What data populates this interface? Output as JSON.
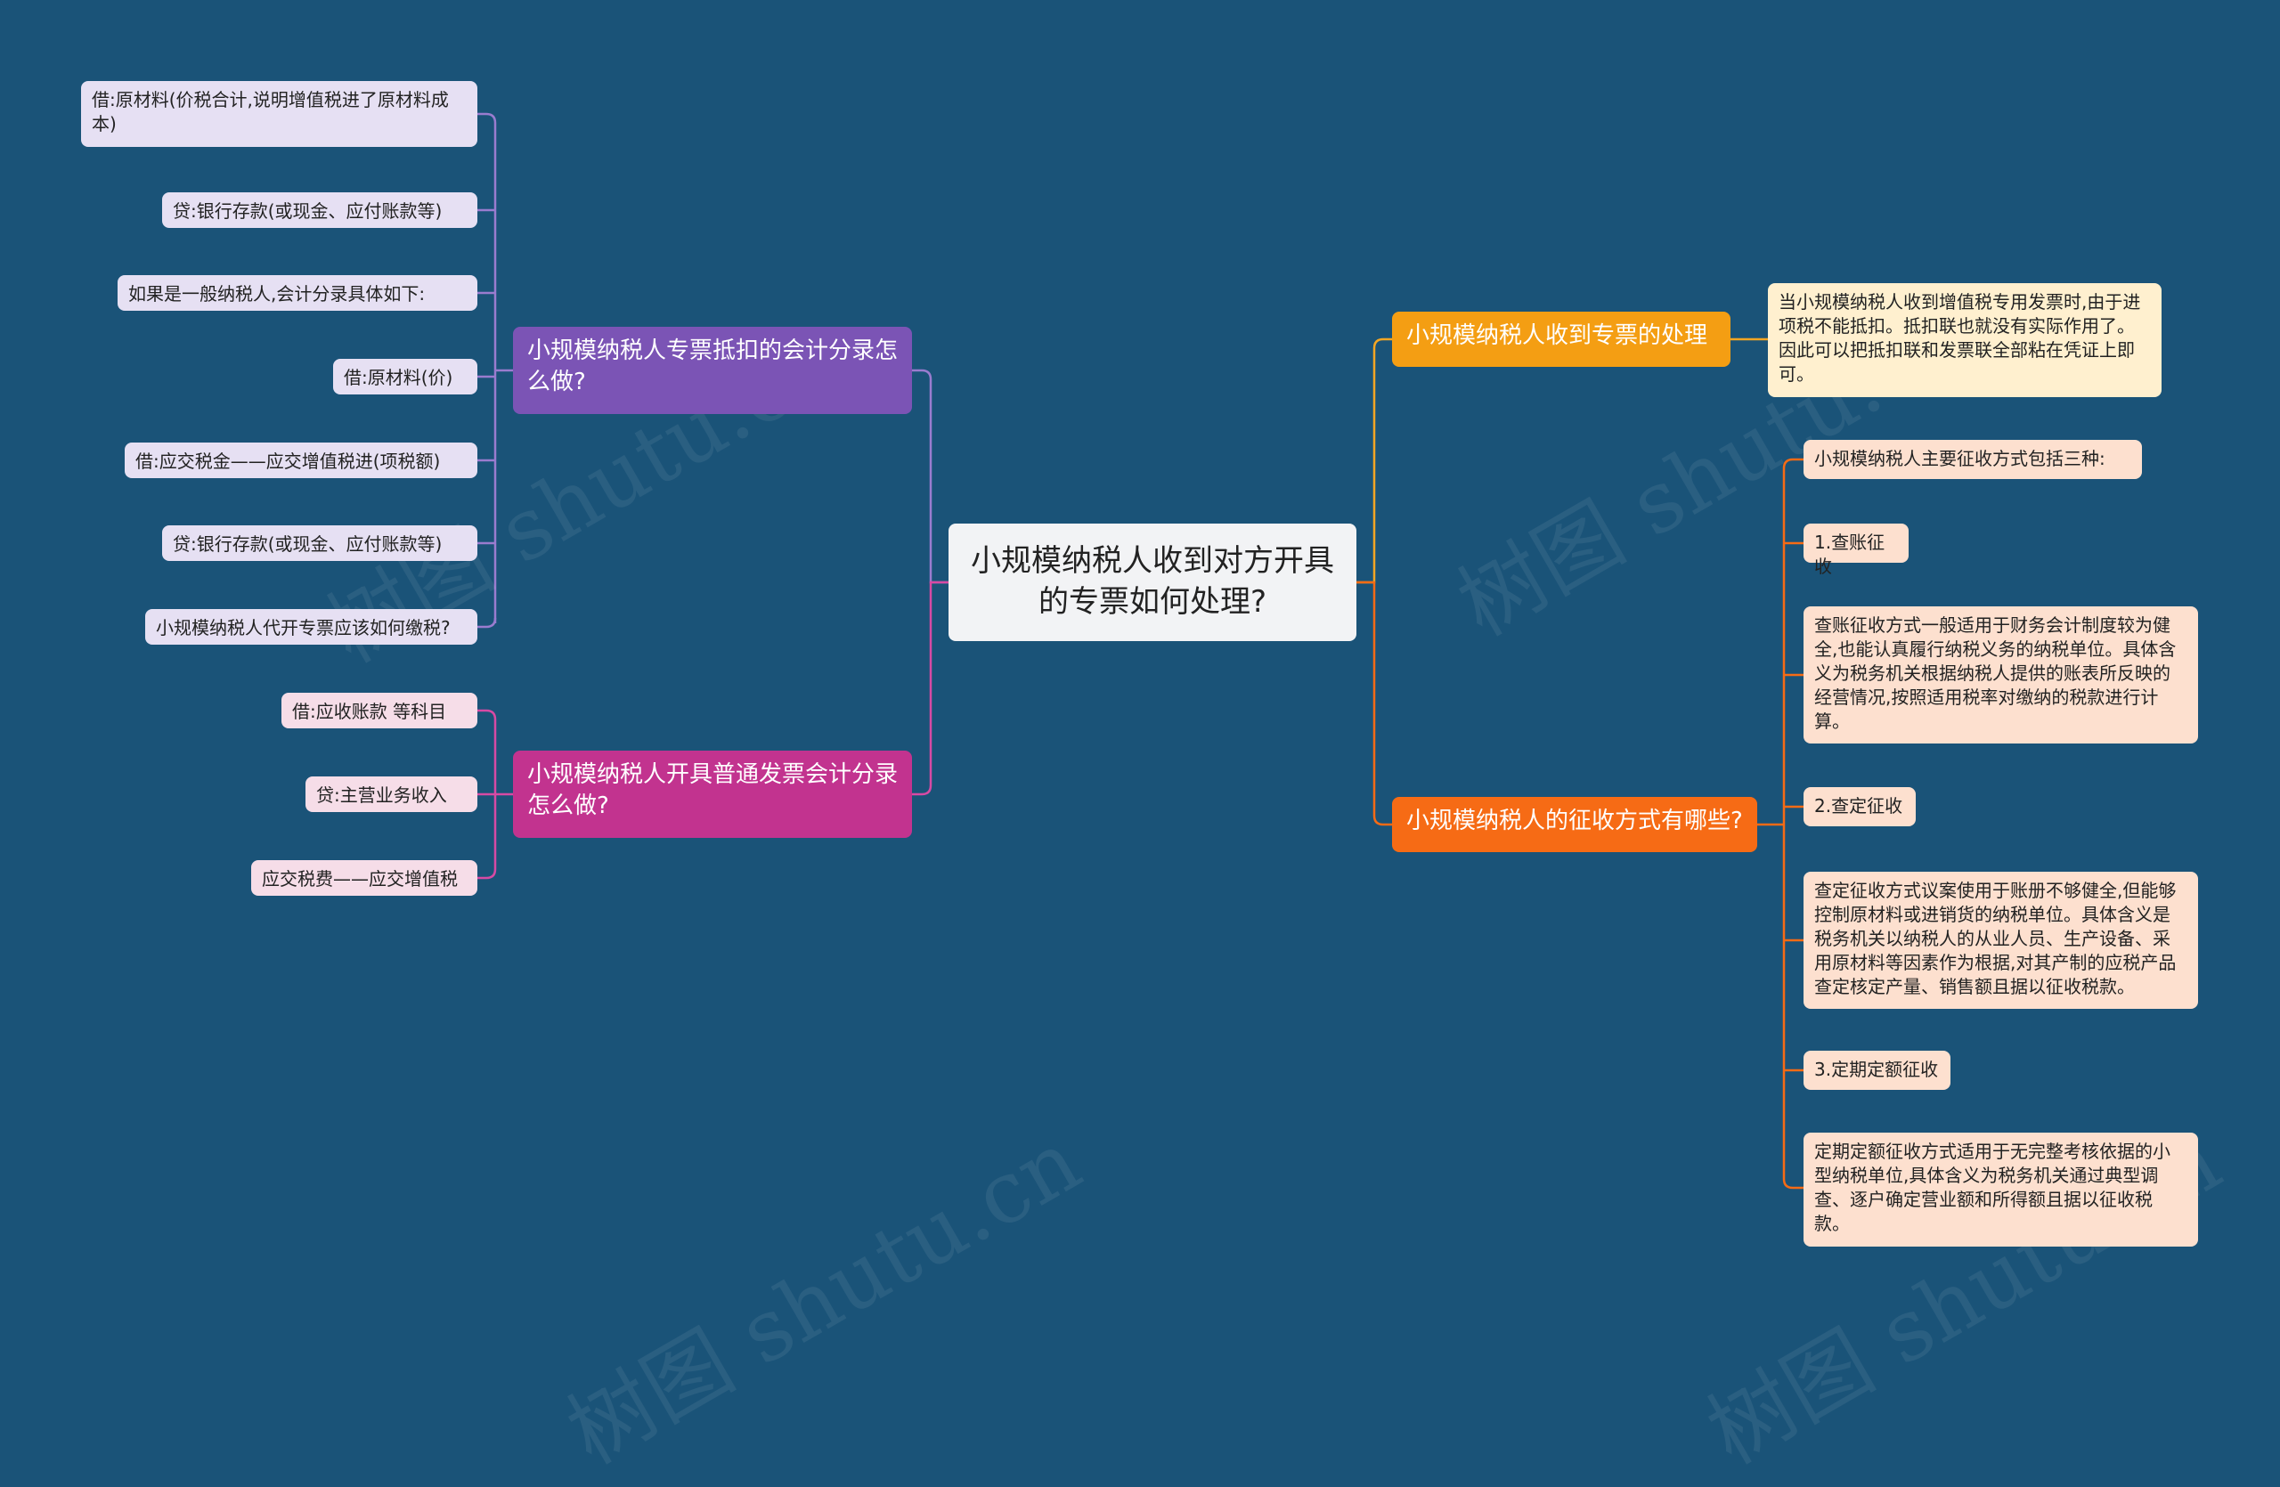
{
  "title": "小规模纳税人收到对方开具的专票如何处理?",
  "watermark": "树图 shutu.cn",
  "colors": {
    "background": "#1a5378",
    "purple_branch": "#7b54b5",
    "magenta_branch": "#c2338f",
    "yellow_branch": "#f49e13",
    "orange_branch": "#f66b15"
  },
  "left_branches": [
    {
      "label": "小规模纳税人专票抵扣的会计分录怎么做?",
      "children": [
        "借:原材料(价税合计,说明增值税进了原材料成本)",
        "贷:银行存款(或现金、应付账款等)",
        "如果是一般纳税人,会计分录具体如下:",
        "借:原材料(价)",
        "借:应交税金——应交增值税进(项税额)",
        "贷:银行存款(或现金、应付账款等)",
        "小规模纳税人代开专票应该如何缴税?"
      ]
    },
    {
      "label": "小规模纳税人开具普通发票会计分录怎么做?",
      "children": [
        "借:应收账款 等科目",
        "贷:主营业务收入",
        "应交税费——应交增值税"
      ]
    }
  ],
  "right_branches": [
    {
      "label": "小规模纳税人收到专票的处理",
      "children": [
        "当小规模纳税人收到增值税专用发票时,由于进项税不能抵扣。抵扣联也就没有实际作用了。因此可以把抵扣联和发票联全部粘在凭证上即可。"
      ]
    },
    {
      "label": "小规模纳税人的征收方式有哪些?",
      "children": [
        "小规模纳税人主要征收方式包括三种:",
        "1.查账征收",
        "查账征收方式一般适用于财务会计制度较为健全,也能认真履行纳税义务的纳税单位。具体含义为税务机关根据纳税人提供的账表所反映的经营情况,按照适用税率对缴纳的税款进行计算。",
        "2.查定征收",
        "查定征收方式议案使用于账册不够健全,但能够控制原材料或进销货的纳税单位。具体含义是税务机关以纳税人的从业人员、生产设备、采用原材料等因素作为根据,对其产制的应税产品查定核定产量、销售额且据以征收税款。",
        "3.定期定额征收",
        "定期定额征收方式适用于无完整考核依据的小型纳税单位,具体含义为税务机关通过典型调查、逐户确定营业额和所得额且据以征收税款。"
      ]
    }
  ]
}
